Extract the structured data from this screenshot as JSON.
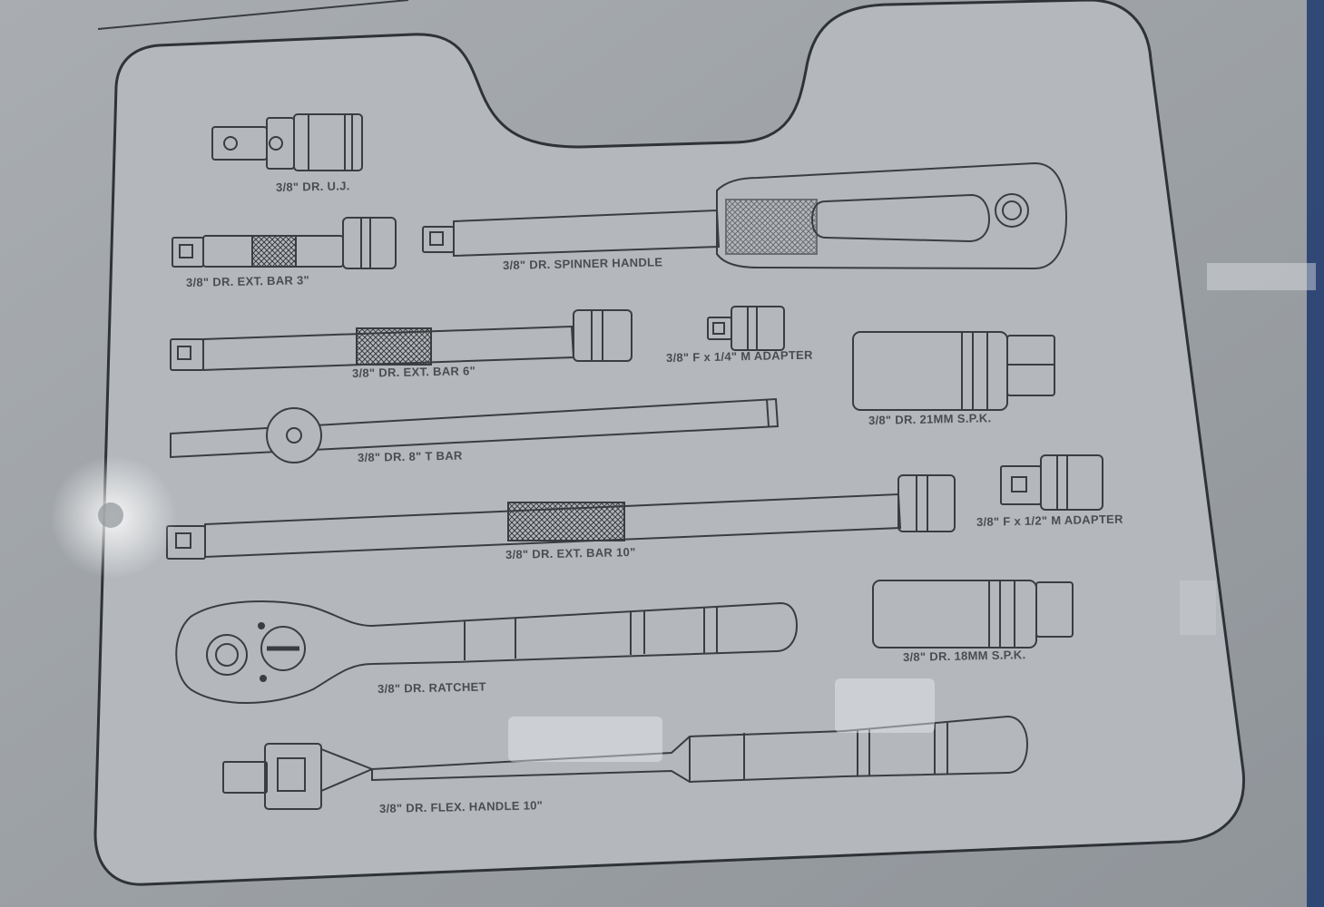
{
  "colors": {
    "panel": "#b3b7bb",
    "outline": "#2f3236",
    "ink": "#4a4d50",
    "edge_blue": "#1e3a6e"
  },
  "labels": {
    "uj": "3/8\" DR. U.J.",
    "ext3": "3/8\" DR. EXT. BAR 3\"",
    "spinner": "3/8\" DR. SPINNER HANDLE",
    "ext6": "3/8\" DR. EXT. BAR 6\"",
    "adapter14": "3/8\" F x 1/4\" M ADAPTER",
    "spk21": "3/8\" DR. 21MM S.P.K.",
    "tbar": "3/8\" DR. 8\" T BAR",
    "ext10": "3/8\" DR. EXT. BAR 10\"",
    "adapter12": "3/8\" F x 1/2\" M ADAPTER",
    "spk18": "3/8\" DR. 18MM S.P.K.",
    "ratchet": "3/8\" DR. RATCHET",
    "flex": "3/8\" DR. FLEX. HANDLE 10\""
  }
}
